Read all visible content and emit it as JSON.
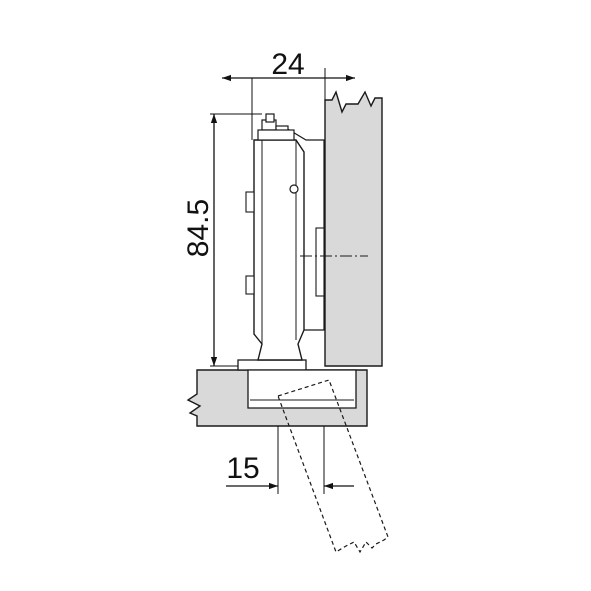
{
  "dimensions": {
    "width_label": "24",
    "height_label": "84.5",
    "offset_label": "15"
  },
  "colors": {
    "panel_fill": "#d9d9d9",
    "outline": "#1a1a1a",
    "hinge_fill": "#ffffff",
    "background": "#ffffff"
  }
}
